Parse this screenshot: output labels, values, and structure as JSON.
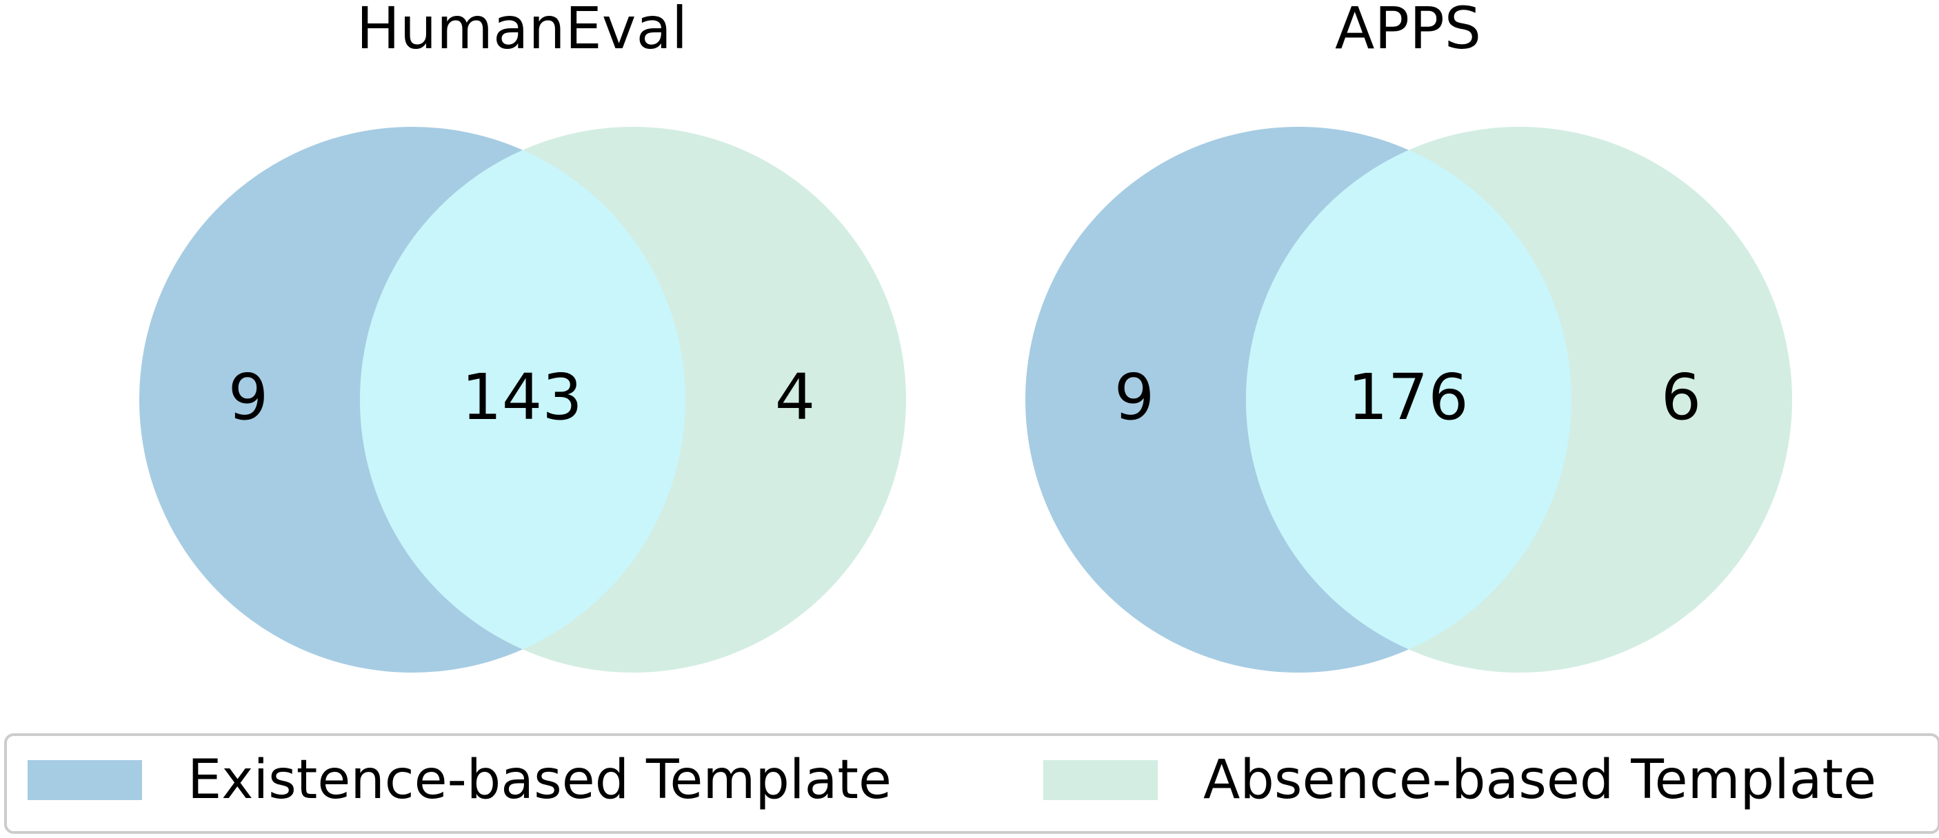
{
  "colors": {
    "existence_only": "#a6cce3",
    "absence_only": "#d3ede3",
    "overlap": "#c8f6fb",
    "legend_border": "#cccccc"
  },
  "venn": [
    {
      "title": "HumanEval",
      "existence_only": "9",
      "intersection": "143",
      "absence_only": "4"
    },
    {
      "title": "APPS",
      "existence_only": "9",
      "intersection": "176",
      "absence_only": "6"
    }
  ],
  "legend": {
    "existence": "Existence-based Template",
    "absence": "Absence-based Template"
  }
}
